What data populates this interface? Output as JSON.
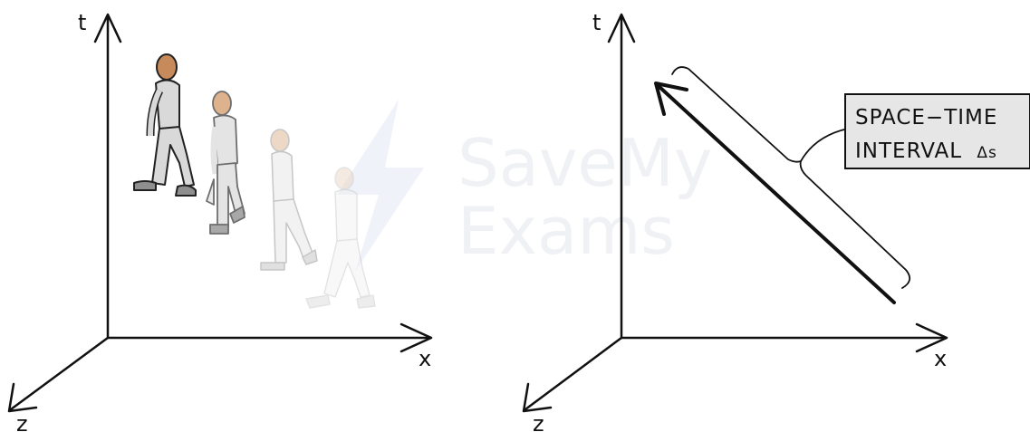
{
  "left_diagram": {
    "axes": {
      "t": "t",
      "x": "x",
      "z": "z"
    }
  },
  "right_diagram": {
    "axes": {
      "t": "t",
      "x": "x",
      "z": "z"
    },
    "callout": {
      "line1": "SPACE−TIME",
      "line2_text": "INTERVAL",
      "line2_symbol": "Δs"
    }
  },
  "watermark": {
    "line1": "SaveMy",
    "line2": "Exams"
  },
  "colors": {
    "ink": "#111111",
    "skin_front": "#c68a5b",
    "clothes": "#d9d9d9",
    "shoes": "#8f8f8f",
    "callout_fill": "#e6e6e6"
  }
}
